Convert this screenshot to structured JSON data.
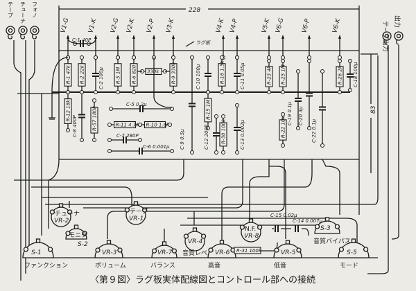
{
  "dimensions": {
    "width": "228",
    "height": "83"
  },
  "board_label": "ラグ板",
  "jacks_left": [
    "テープ",
    "チューナ",
    "フォノ"
  ],
  "jacks_right": [
    "テープ出力",
    "出力"
  ],
  "tube_pins": [
    "V1-G",
    "V1-K",
    "V2-G",
    "V2-K",
    "V2-P",
    "V3-K",
    "V4-K",
    "V4-P",
    "V5-K",
    "V6-G",
    "V6-P",
    "V6-K"
  ],
  "components": {
    "C1": "C-1 40P",
    "R1": "R-1 47k",
    "R2": "R-2 22k",
    "C2": "C-2 100μ",
    "R5": "R-5 1M",
    "R6": "R-6 820",
    "R330": "330k",
    "R9": "R-9 330k",
    "C10": "C-10 100μ",
    "R16": "R-16 1.5k",
    "C11": "C-11 0.05μ",
    "R23": "R-23 4k",
    "R25": "R-25 1M",
    "R26": "R-26 2k",
    "C18": "C-18 100μ",
    "R12": "R-12 18k",
    "C8": "C-8 400P",
    "R57": "R-57 180k",
    "C5": "C-5 0.2μ",
    "R11": "R-11 4.7M",
    "R10": "R-10 1.8M",
    "C7": "C-7 280P",
    "C6": "C-6 0.001μ",
    "C9": "C-9 0.5μ",
    "R15": "R-15 1M",
    "C12": "C-12 200P",
    "R30": "R-30 100k",
    "C13": "C-13 0.002μ",
    "C19": "C-19 0.1μ",
    "C20": "C-20 3μ",
    "C22": "C-22 0.1μ",
    "R22": "R-22 10k"
  },
  "controls": {
    "S1": {
      "id": "S-1",
      "name": "ファンクション"
    },
    "VR2": {
      "id": "VR-2",
      "name": "チューナ"
    },
    "S2": {
      "id": "S-2",
      "name": "モニタ"
    },
    "VR3": {
      "id": "VR-3",
      "name": "ボリューム"
    },
    "VR1": {
      "id": "VR-1",
      "name": "テープ"
    },
    "VR7": {
      "id": "VR-7",
      "name": "バランス"
    },
    "VR4": {
      "id": "VR-4",
      "name": "音質レベル"
    },
    "VR6": {
      "id": "VR-6",
      "name": "高音"
    },
    "VR8": {
      "id": "VR-8",
      "name": "N.F."
    },
    "R31": "R-31 100k",
    "C15": "C-15 0.02μ",
    "C14": "C-14 0.007μ",
    "VR5": {
      "id": "VR-5",
      "name": "低音"
    },
    "S3": {
      "id": "S-3",
      "name": "音質バイパス"
    },
    "S5": {
      "id": "S-5",
      "name": "モード"
    }
  },
  "caption": "〈第９図〉ラグ板実体配線図とコントロール部への接続"
}
